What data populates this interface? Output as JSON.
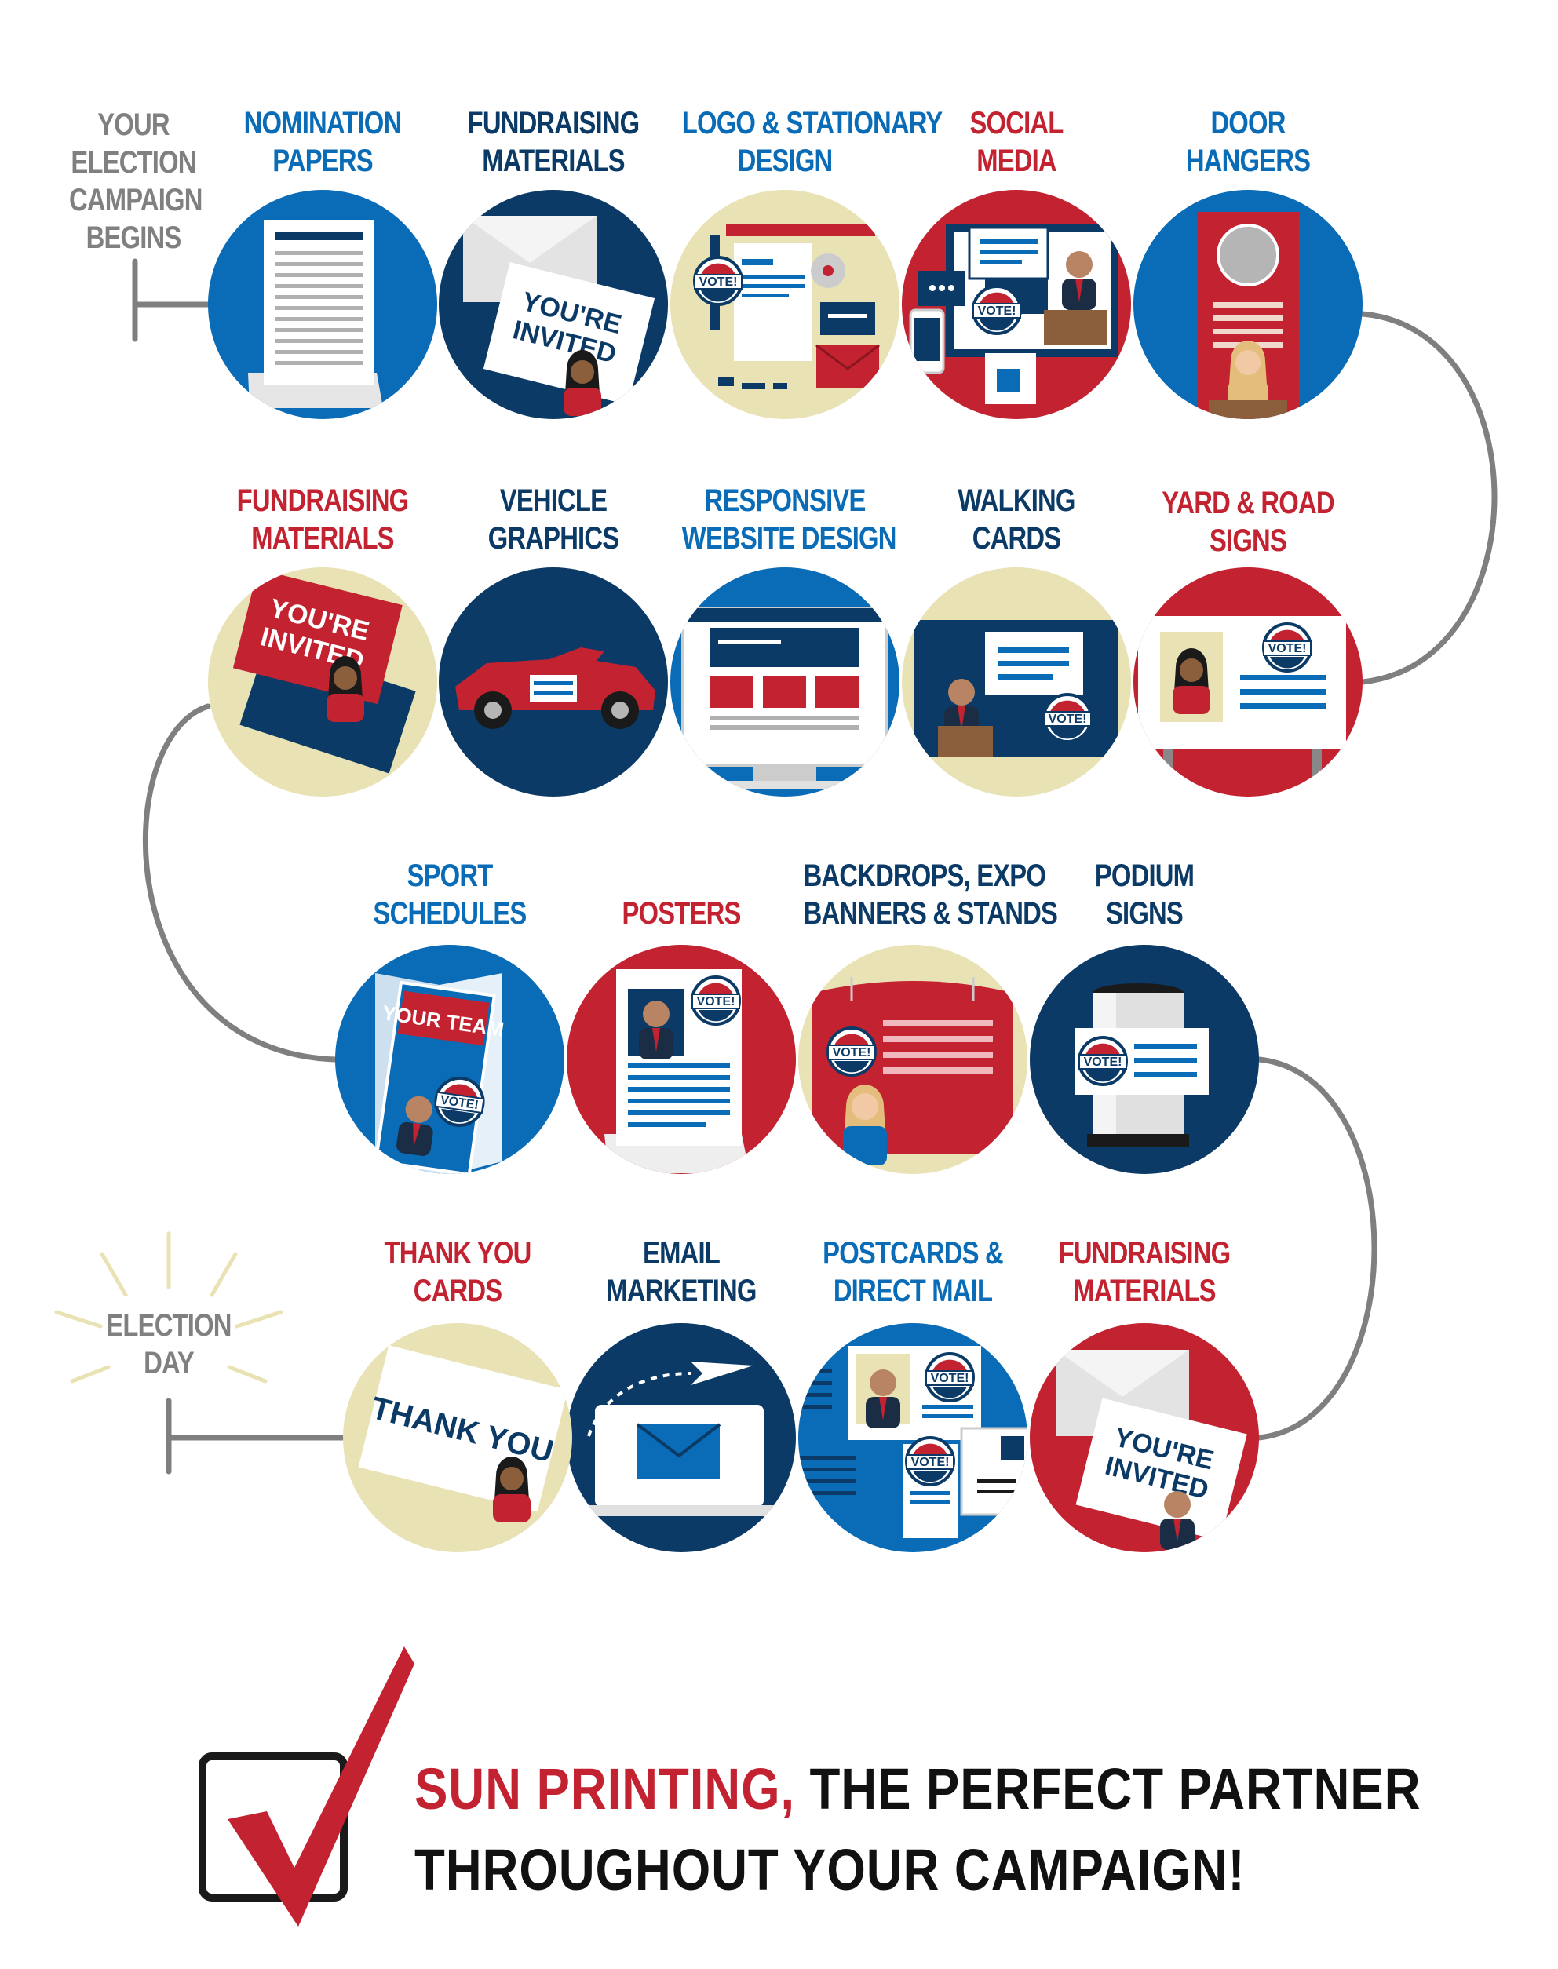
{
  "colors": {
    "blue": "#0a6cb6",
    "navy": "#0b3a66",
    "red": "#c32231",
    "beige": "#e8e2b4",
    "gray": "#808080",
    "track": "#7f7f7f"
  },
  "start_label": [
    "YOUR",
    "ELECTION",
    "CAMPAIGN",
    "BEGINS"
  ],
  "end_label": [
    "ELECTION",
    "DAY"
  ],
  "steps": [
    {
      "lines": [
        "NOMINATION",
        "PAPERS"
      ],
      "icon": "nomination-papers-icon"
    },
    {
      "lines": [
        "FUNDRAISING",
        "MATERIALS"
      ],
      "icon": "invitation-card-icon"
    },
    {
      "lines": [
        "LOGO & STATIONARY",
        "DESIGN"
      ],
      "icon": "stationery-icon"
    },
    {
      "lines": [
        "SOCIAL",
        "MEDIA"
      ],
      "icon": "social-media-icon"
    },
    {
      "lines": [
        "DOOR",
        "HANGERS"
      ],
      "icon": "door-hanger-icon"
    },
    {
      "lines": [
        "YARD & ROAD",
        "SIGNS"
      ],
      "icon": "yard-sign-icon"
    },
    {
      "lines": [
        "WALKING",
        "CARDS"
      ],
      "icon": "walking-card-icon"
    },
    {
      "lines": [
        "RESPONSIVE",
        "WEBSITE DESIGN"
      ],
      "icon": "website-icon"
    },
    {
      "lines": [
        "VEHICLE",
        "GRAPHICS"
      ],
      "icon": "car-icon"
    },
    {
      "lines": [
        "FUNDRAISING",
        "MATERIALS"
      ],
      "icon": "invitation-card-icon"
    },
    {
      "lines": [
        "SPORT",
        "SCHEDULES"
      ],
      "icon": "brochure-icon"
    },
    {
      "lines": [
        "POSTERS"
      ],
      "icon": "poster-icon"
    },
    {
      "lines": [
        "BACKDROPS, EXPO",
        "BANNERS & STANDS"
      ],
      "icon": "backdrop-icon"
    },
    {
      "lines": [
        "PODIUM",
        "SIGNS"
      ],
      "icon": "podium-icon"
    },
    {
      "lines": [
        "FUNDRAISING",
        "MATERIALS"
      ],
      "icon": "invitation-card-icon"
    },
    {
      "lines": [
        "POSTCARDS &",
        "DIRECT MAIL"
      ],
      "icon": "postcard-icon"
    },
    {
      "lines": [
        "EMAIL",
        "MARKETING"
      ],
      "icon": "email-icon"
    },
    {
      "lines": [
        "THANK YOU",
        "CARDS"
      ],
      "icon": "thank-you-card-icon"
    }
  ],
  "card_texts": {
    "invited": [
      "YOU'RE",
      "INVITED"
    ],
    "vote": "VOTE!",
    "your_team": "YOUR TEAM",
    "thank_you": "THANK YOU"
  },
  "footer": {
    "brand": "SUN PRINTING,",
    "rest_line1": " THE PERFECT PARTNER",
    "line2": "THROUGHOUT YOUR CAMPAIGN!"
  },
  "checkbox_icon": "checkbox-check-icon"
}
